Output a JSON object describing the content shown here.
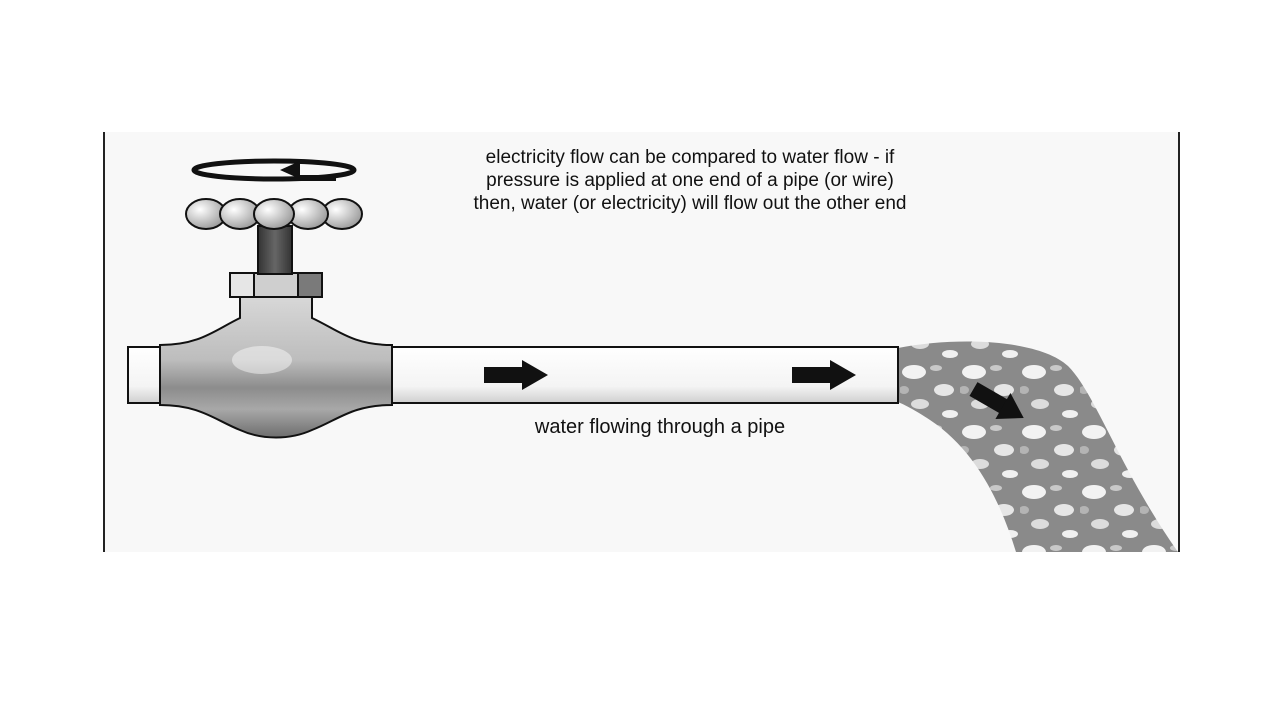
{
  "caption": {
    "lines": [
      "electricity flow can be compared to water flow - if",
      "pressure is applied at one end of a pipe (or wire)",
      "then, water (or electricity) will flow out the other end"
    ]
  },
  "pipe_label": "water flowing through a pipe",
  "colors": {
    "outline": "#111111",
    "panel_background": "#f8f8f8",
    "water": "#8a8a8a"
  }
}
